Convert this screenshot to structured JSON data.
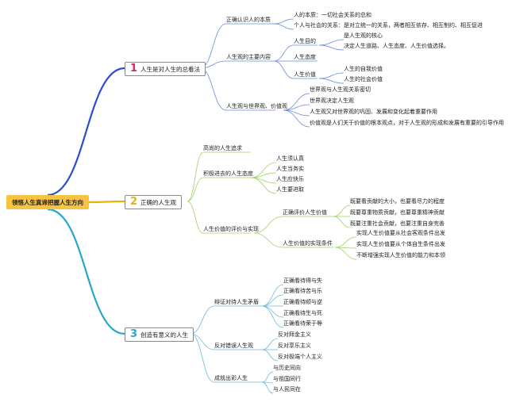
{
  "root": "领悟人生真谛把握人生方向",
  "colors": {
    "branch1": "#2b4fd0",
    "branch2": "#e7b400",
    "branch3": "#2aa6c7",
    "sub1": "#6a8ed6",
    "sub2": "#a3cf63",
    "sub3": "#6fb8d9"
  },
  "branches": [
    {
      "num": "1",
      "label": "人生是对人生的总看法",
      "num_color": "#e0245e",
      "children": [
        {
          "label": "正确认识人的本质",
          "children": [
            {
              "label": "人的本质：一切社会关系的总和"
            },
            {
              "label": "个人与社会的关系：是对立统一的关系，两者相互依存、相互制约、相互促进"
            }
          ]
        },
        {
          "label": "人生观的主要内容",
          "children": [
            {
              "label": "人生目的",
              "children": [
                {
                  "label": "是人生观的核心"
                },
                {
                  "label": "决定人生道路、人生态度、人生价值选择。"
                }
              ]
            },
            {
              "label": "人生态度"
            },
            {
              "label": "人生价值",
              "children": [
                {
                  "label": "人生的自我价值"
                },
                {
                  "label": "人生的社会价值"
                }
              ]
            }
          ]
        },
        {
          "label": "人生观与世界观、价值观",
          "children": [
            {
              "label": "世界观与人生观关系密切"
            },
            {
              "label": "世界观决定人生观"
            },
            {
              "label": "人生观又对世界观的巩固、发展和变化起着重要作用"
            },
            {
              "label": "价值观是人们关于价值的根本观点，对于人生观的形成和发展有重要的引导作用"
            }
          ]
        }
      ]
    },
    {
      "num": "2",
      "label": "正确的人生观",
      "num_color": "#e7b400",
      "children": [
        {
          "label": "高尚的人生追求"
        },
        {
          "label": "积极进去的人生态度",
          "children": [
            {
              "label": "人生须认真"
            },
            {
              "label": "人生当务实"
            },
            {
              "label": "人生应快乐"
            },
            {
              "label": "人生要进取"
            }
          ]
        },
        {
          "label": "人生价值的评价与实现",
          "children": [
            {
              "label": "正确评价人生价值",
              "children": [
                {
                  "label": "既要看贡献的大小，也要看尽力的程度"
                },
                {
                  "label": "既要尊重物质贡献，也要尊重精神贡献"
                },
                {
                  "label": "既要注重社会贡献，也要注重自身完善"
                }
              ]
            },
            {
              "label": "人生价值的实现条件",
              "children": [
                {
                  "label": "实现人生价值要从社会客观条件出发"
                },
                {
                  "label": "实现人生价值要从个体自生条件出发"
                },
                {
                  "label": "不断增强实现人生价值的能力和本领"
                }
              ]
            }
          ]
        }
      ]
    },
    {
      "num": "3",
      "label": "创造有意义的人生",
      "num_color": "#2aa6c7",
      "children": [
        {
          "label": "辩证对待人生矛盾",
          "children": [
            {
              "label": "正确看待得与失"
            },
            {
              "label": "正确看待苦与乐"
            },
            {
              "label": "正确看待顺与逆"
            },
            {
              "label": "正确看待生与死"
            },
            {
              "label": "正确看待荣于辱"
            }
          ]
        },
        {
          "label": "反对错误人生观",
          "children": [
            {
              "label": "反对拜金主义"
            },
            {
              "label": "反对享乐主义"
            },
            {
              "label": "反对极端个人主义"
            }
          ]
        },
        {
          "label": "成就出彩人生",
          "children": [
            {
              "label": "与历史同向"
            },
            {
              "label": "与祖国同行"
            },
            {
              "label": "与人民同在"
            }
          ]
        }
      ]
    }
  ]
}
